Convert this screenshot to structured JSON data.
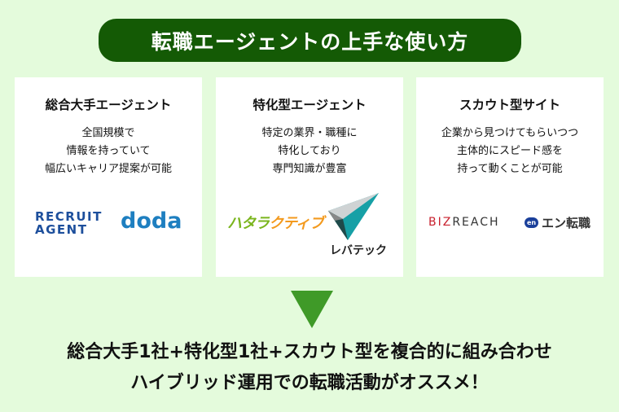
{
  "title": "転職エージェントの上手な使い方",
  "cards": [
    {
      "heading": "総合大手エージェント",
      "lines": [
        "全国規模で",
        "情報を持っていて",
        "幅広いキャリア提案が可能"
      ],
      "logos": [
        "RECRUIT AGENT",
        "doda"
      ]
    },
    {
      "heading": "特化型エージェント",
      "lines": [
        "特定の業界・職種に",
        "特化しており",
        "専門知識が豊富"
      ],
      "logos": [
        "ハタラクティブ",
        "レバテック"
      ]
    },
    {
      "heading": "スカウト型サイト",
      "lines": [
        "企業から見つけてもらいつつ",
        "主体的にスピード感を",
        "持って動くことが可能"
      ],
      "logos": [
        "BIZREACH",
        "エン転職"
      ]
    }
  ],
  "conclusion": [
    "総合大手1社+特化型1社+スカウト型を複合的に組み合わせ",
    "ハイブリッド運用での転職活動がオススメ！"
  ],
  "colors": {
    "background": "#e4fbdc",
    "title_bg": "#145a05",
    "arrow": "#3f9a28"
  }
}
